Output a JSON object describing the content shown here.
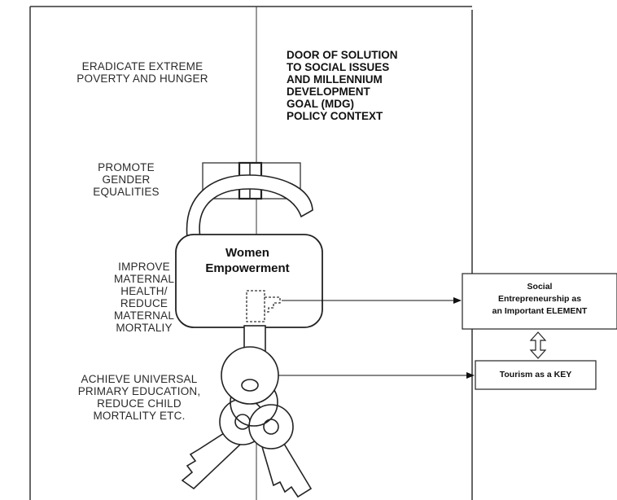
{
  "left_labels": {
    "poverty": "ERADICATE EXTREME\nPOVERTY AND HUNGER",
    "gender": "PROMOTE\nGENDER\nEQUALITIES",
    "maternal": "IMPROVE\nMATERNAL\nHEALTH/\nREDUCE\nMATERNAL\nMORTALIY",
    "education": "ACHIEVE UNIVERSAL\nPRIMARY EDUCATION,\nREDUCE CHILD\nMORTALITY ETC."
  },
  "door_title": "DOOR OF SOLUTION\nTO SOCIAL ISSUES\nAND MILLENNIUM\nDEVELOPMENT\nGOAL (MDG)\nPOLICY CONTEXT",
  "lock_label": "Women\nEmpowerment",
  "boxes": {
    "social": "Social\nEntrepreneurship as\nan Important ELEMENT",
    "tourism": "Tourism as a KEY"
  }
}
